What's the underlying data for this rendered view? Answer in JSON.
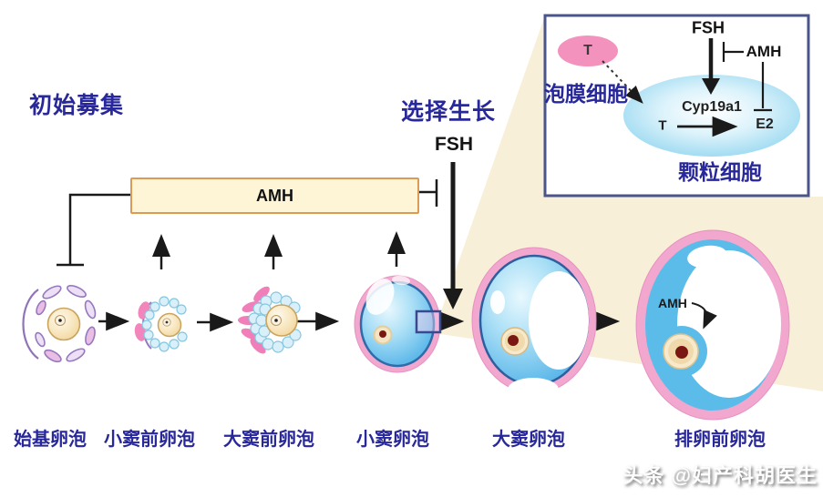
{
  "stage_labels": {
    "initial_recruitment": "初始募集",
    "selective_growth": "选择生长"
  },
  "hormones": {
    "fsh_main": "FSH",
    "amh_box": "AMH",
    "amh_follicle": "AMH"
  },
  "follicles": [
    {
      "label": "始基卵泡"
    },
    {
      "label": "小窦前卵泡"
    },
    {
      "label": "大窦前卵泡"
    },
    {
      "label": "小窦卵泡"
    },
    {
      "label": "大窦卵泡"
    },
    {
      "label": "排卵前卵泡"
    }
  ],
  "inset": {
    "fsh": "FSH",
    "amh": "AMH",
    "theca_t": "T",
    "theca_label": "泡膜细胞",
    "granulosa_label": "颗粒细胞",
    "enzyme": "Cyp19a1",
    "granulosa_t": "T",
    "e2": "E2"
  },
  "watermark": "头条 @妇产科胡医生",
  "colors": {
    "label_blue": "#28289A",
    "amh_box_fill": "#FDF5D6",
    "amh_box_border": "#DC9B52",
    "beam": "#F8EFD8",
    "theca_pink": "#F2A7CF",
    "follicle_blue": "#5FBDE9",
    "inset_border": "#49558C"
  }
}
